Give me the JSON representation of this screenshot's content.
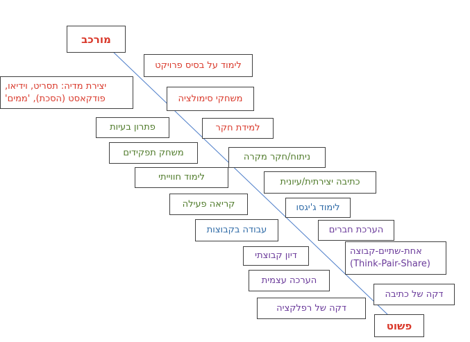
{
  "diagram": {
    "top_label": "מורכב",
    "bottom_label": "פשוט",
    "colors": {
      "red": "#d9392b",
      "green": "#4f7a2a",
      "blue": "#2e6aa6",
      "purple": "#6a3a9a",
      "line": "#4a7bc8"
    },
    "items": {
      "project_based": "לימוד על בסיס פרויקט",
      "media_creation_1": "יצירת מדיה: תסריט, וידיאו,",
      "media_creation_2": "פודקאסט (הסכת), 'ממים'",
      "simulation_games": "משחקי סימולציה",
      "problem_solving": "פתרון בעיות",
      "inquiry_learning": "למידת חקר",
      "role_play": "משחק תפקידים",
      "case_study": "ניתוח/חקר מקרה",
      "experiential": "לימוד חווייתי",
      "creative_writing": "כתיבה יצירתית/עיונית",
      "active_reading": "קריאה פעילה",
      "jigsaw": "לימוד ג'יגסו",
      "group_work": "עבודה בקבוצות",
      "peer_review": "הערכת חברים",
      "group_discussion": "דיון קבוצתי",
      "think_pair_share_1": "אחת-שתיים-קבוצה",
      "think_pair_share_2": "(Think-Pair-Share)",
      "self_assessment": "הערכה עצמית",
      "minute_writing": "דקה של כתיבה",
      "minute_reflection": "דקה של רפלקציה"
    }
  }
}
